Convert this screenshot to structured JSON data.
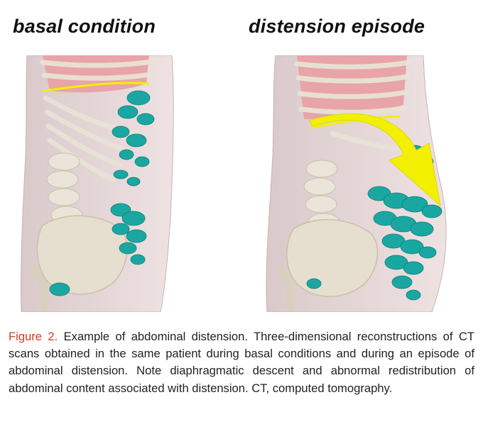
{
  "panels": {
    "left_title": "basal condition",
    "right_title": "distension episode"
  },
  "caption": {
    "label": "Figure 2.",
    "text": " Example of abdominal distension. Three-dimensional reconstructions of CT scans obtained in the same patient during basal conditions and during an episode of abdominal distension. Note diaphragmatic descent and abnormal redistribution of abdominal content associated with distension. CT, computed tomography."
  },
  "colors": {
    "label_red": "#d53a2a",
    "bowel_gas_cyan": "#1aa7a2",
    "diaphragm_marker_yellow": "#f2f000",
    "lung_pink": "#e8a4a8",
    "bone_ivory": "#e9e3d6",
    "soft_tissue": "#e8d9d9"
  }
}
